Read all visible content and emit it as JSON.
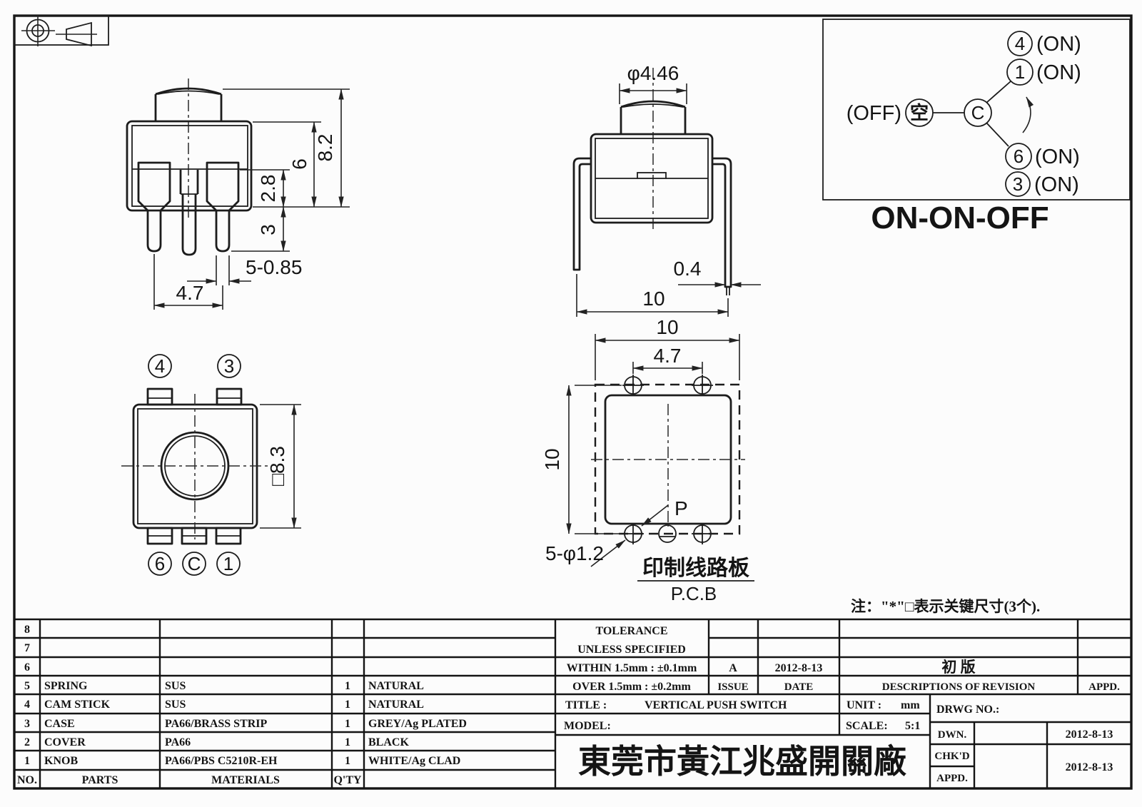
{
  "drawing": {
    "front_view": {
      "dim_total_height": "8.2",
      "dim_body_height": "6",
      "dim_terminal_shoulder": "2.8",
      "dim_pin_length": "3",
      "dim_pin_width": "5-0.85",
      "dim_pin_pitch": "4.7"
    },
    "side_view": {
      "dim_knob_dia": "φ4.46",
      "dim_leg_thickness": "0.4",
      "dim_body_width": "10"
    },
    "circuit_diagram": {
      "off_label": "(OFF)",
      "off_terminal": "空",
      "common_terminal": "C",
      "terminal_4": "4",
      "terminal_1": "1",
      "terminal_6": "6",
      "terminal_3": "3",
      "on_label_4": "(ON)",
      "on_label_1": "(ON)",
      "on_label_6": "(ON)",
      "on_label_3": "(ON)",
      "caption": "ON-ON-OFF"
    },
    "bottom_view": {
      "terminal_4": "4",
      "terminal_3": "3",
      "terminal_6": "6",
      "terminal_c": "C",
      "terminal_1": "1",
      "dim_body_square": "□8.3"
    },
    "pcb_view": {
      "dim_width": "10",
      "dim_hole_pitch": "4.7",
      "dim_height": "10",
      "dim_holes": "5-φ1.2",
      "p_label": "P",
      "pcb_label_cn": "印制线路板",
      "pcb_label_en": "P.C.B"
    },
    "note": "注：\"*\"□表示关键尺寸(3个)."
  },
  "parts_table": {
    "header": {
      "no": "NO.",
      "parts": "PARTS",
      "materials": "MATERIALS",
      "qty": "Q'TY"
    },
    "rows": [
      {
        "no": "8",
        "part": "",
        "material": "",
        "qty": "",
        "finish": ""
      },
      {
        "no": "7",
        "part": "",
        "material": "",
        "qty": "",
        "finish": ""
      },
      {
        "no": "6",
        "part": "",
        "material": "",
        "qty": "",
        "finish": ""
      },
      {
        "no": "5",
        "part": "SPRING",
        "material": "SUS",
        "qty": "1",
        "finish": "NATURAL"
      },
      {
        "no": "4",
        "part": "CAM STICK",
        "material": "SUS",
        "qty": "1",
        "finish": "NATURAL"
      },
      {
        "no": "3",
        "part": "CASE",
        "material": "PA66/BRASS STRIP",
        "qty": "1",
        "finish": "GREY/Ag PLATED"
      },
      {
        "no": "2",
        "part": "COVER",
        "material": "PA66",
        "qty": "1",
        "finish": "BLACK"
      },
      {
        "no": "1",
        "part": "KNOB",
        "material": "PA66/PBS C5210R-EH",
        "qty": "1",
        "finish": "WHITE/Ag CLAD"
      }
    ]
  },
  "title_block": {
    "tolerance_line1": "TOLERANCE",
    "tolerance_line2": "UNLESS  SPECIFIED",
    "within": "WITHIN 1.5mm : ±0.1mm",
    "over": "OVER 1.5mm : ±0.2mm",
    "issue_value": "A",
    "date_value": "2012-8-13",
    "revision_value": "初 版",
    "issue_label": "ISSUE",
    "date_label": "DATE",
    "revision_label": "DESCRIPTIONS OF REVISION",
    "appd_label": "APPD.",
    "title_label": "TITLE :",
    "title_value": "VERTICAL PUSH SWITCH",
    "unit_label": "UNIT :",
    "unit_value": "mm",
    "drwg_label": "DRWG NO.:",
    "model_label": "MODEL:",
    "scale_label": "SCALE:",
    "scale_value": "5:1",
    "company": "東莞市黃江兆盛開關廠",
    "dwn_label": "DWN.",
    "dwn_date": "2012-8-13",
    "chkd_label": "CHK'D",
    "chkd_date": "2012-8-13",
    "appd_sign_label": "APPD."
  }
}
